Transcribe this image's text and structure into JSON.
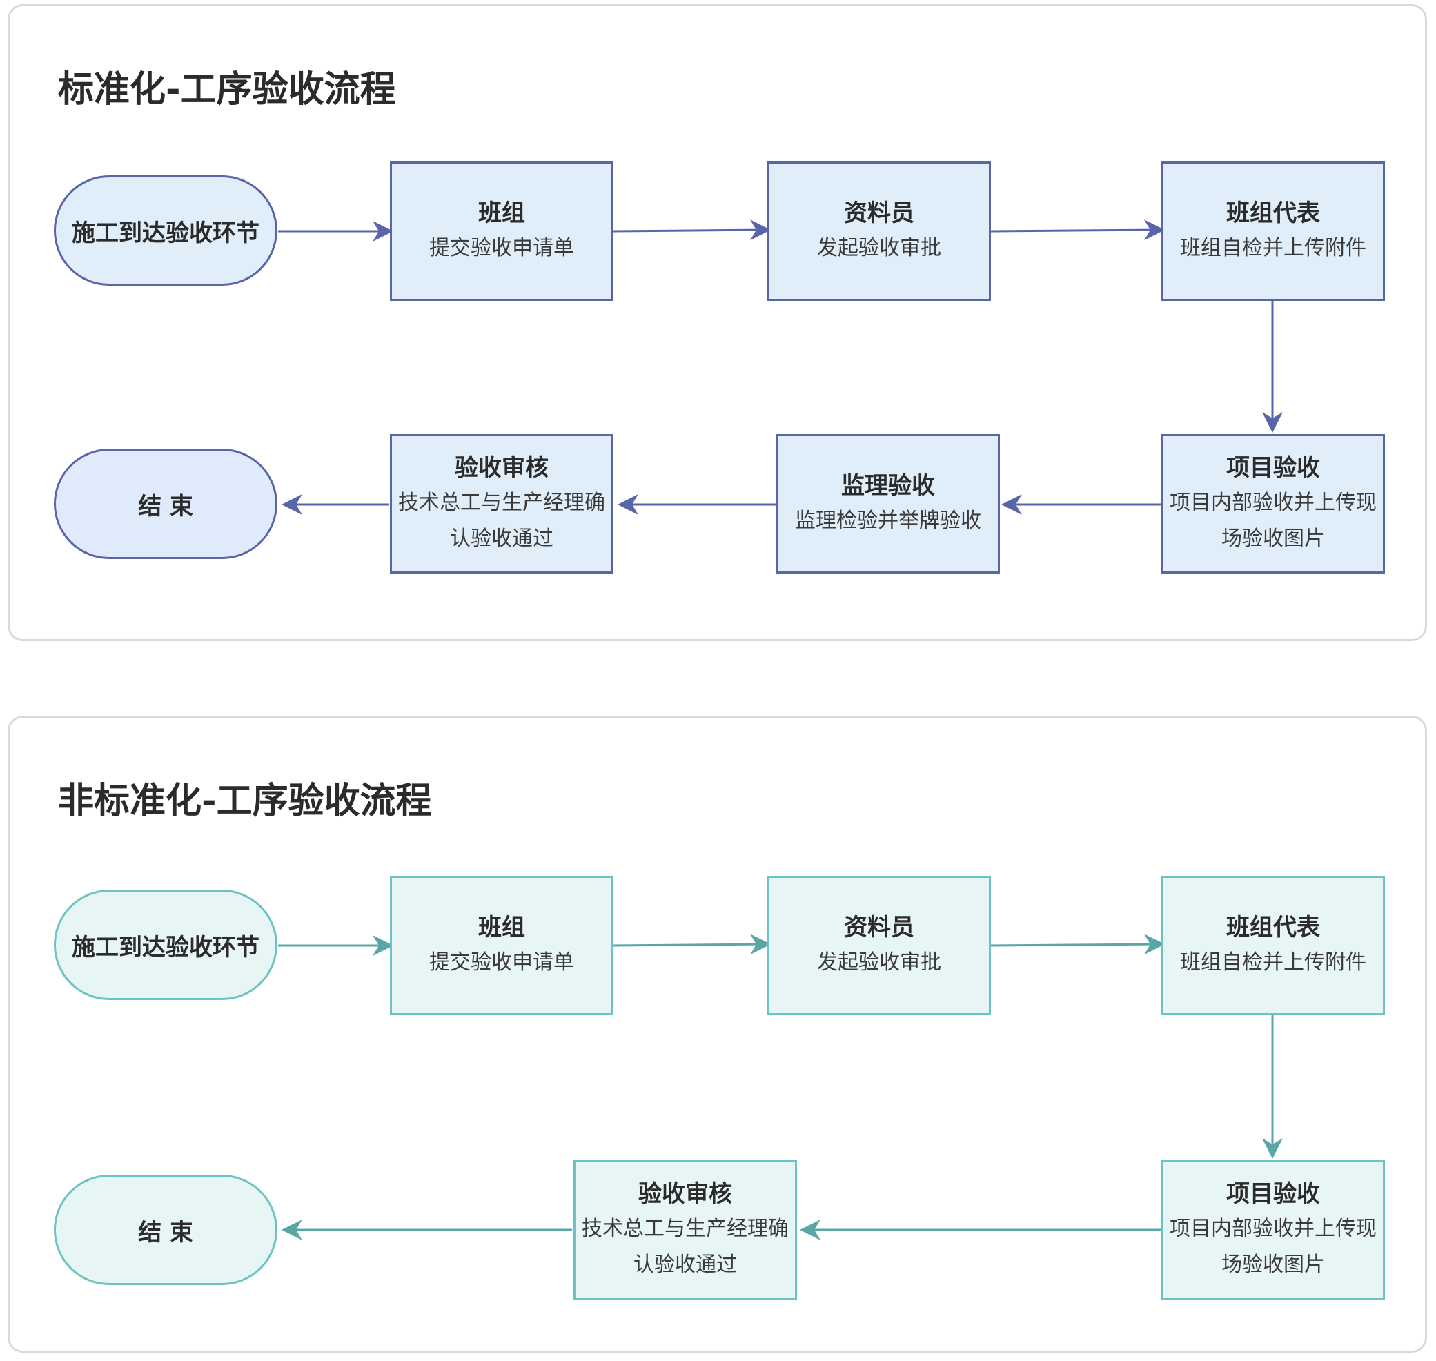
{
  "standard": {
    "title": "标准化-工序验收流程",
    "stroke_color": "#5a64a8",
    "fill_color": "#e0eefa",
    "start": {
      "label": "施工到达验收环节"
    },
    "steps": [
      {
        "title": "班组",
        "desc": "提交验收申请单"
      },
      {
        "title": "资料员",
        "desc": "发起验收审批"
      },
      {
        "title": "班组代表",
        "desc": "班组自检并上传附件"
      },
      {
        "title": "项目验收",
        "desc": "项目内部验收并上传现场验收图片"
      },
      {
        "title": "监理验收",
        "desc": "监理检验并举牌验收"
      },
      {
        "title": "验收审核",
        "desc": "技术总工与生产经理确认验收通过"
      }
    ],
    "end": {
      "label": "结 束"
    }
  },
  "nonstandard": {
    "title": "非标准化-工序验收流程",
    "stroke_color": "#5aa5a5",
    "fill_color": "#e8f5f5",
    "start": {
      "label": "施工到达验收环节"
    },
    "steps": [
      {
        "title": "班组",
        "desc": "提交验收申请单"
      },
      {
        "title": "资料员",
        "desc": "发起验收审批"
      },
      {
        "title": "班组代表",
        "desc": "班组自检并上传附件"
      },
      {
        "title": "项目验收",
        "desc": "项目内部验收并上传现场验收图片"
      },
      {
        "title": "验收审核",
        "desc": "技术总工与生产经理确认验收通过"
      }
    ],
    "end": {
      "label": "结 束"
    }
  }
}
